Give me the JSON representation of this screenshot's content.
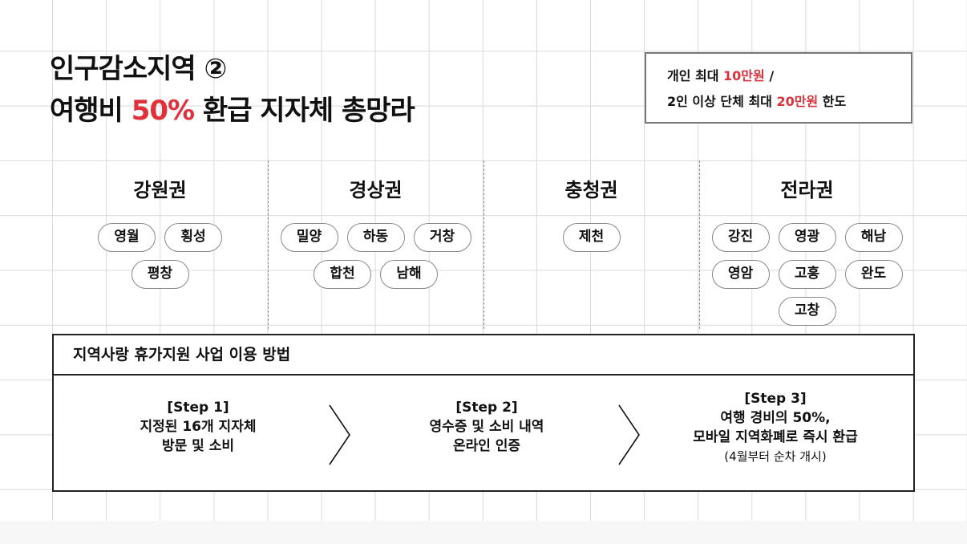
{
  "title": {
    "line1": "인구감소지역 ②",
    "line2_pre": "여행비 ",
    "line2_highlight": "50%",
    "line2_post": " 환급 지자체 총망라"
  },
  "info_box": {
    "line1_pre": "개인 최대 ",
    "line1_highlight": "10만원",
    "line1_post": " /",
    "line2_pre": "2인 이상 단체 최대 ",
    "line2_highlight": "20만원",
    "line2_post": " 한도"
  },
  "colors": {
    "accent_red": "#e0303a",
    "grid": "#dadada"
  },
  "regions": [
    {
      "name": "강원권",
      "places": [
        "영월",
        "횡성",
        "평창"
      ]
    },
    {
      "name": "경상권",
      "places": [
        "밀양",
        "하동",
        "거창",
        "합천",
        "남해"
      ]
    },
    {
      "name": "충청권",
      "places": [
        "제천"
      ]
    },
    {
      "name": "전라권",
      "places": [
        "강진",
        "영광",
        "해남",
        "영암",
        "고흥",
        "완도",
        "고창"
      ]
    }
  ],
  "steps_section": {
    "header": "지역사랑 휴가지원 사업 이용 방법",
    "steps": [
      {
        "label": "[Step 1]",
        "lines": [
          "지정된 16개 지자체",
          "방문 및 소비"
        ]
      },
      {
        "label": "[Step 2]",
        "lines": [
          "영수증 및 소비 내역",
          "온라인 인증"
        ]
      },
      {
        "label": "[Step 3]",
        "lines": [
          "여행 경비의 50%,",
          "모바일 지역화폐로 즉시 환급"
        ],
        "note": "(4월부터 순차 개시)"
      }
    ],
    "separator_icon": "chevron-right-icon"
  }
}
